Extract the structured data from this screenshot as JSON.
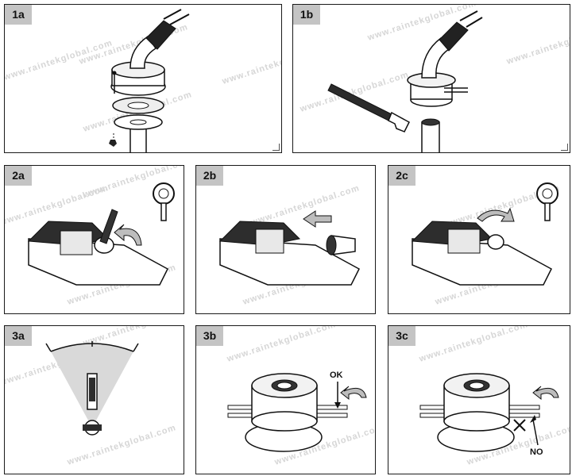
{
  "watermark": "www.raintekglobal.com",
  "panels": {
    "p1a": "1a",
    "p1b": "1b",
    "p2a": "2a",
    "p2b": "2b",
    "p2c": "2c",
    "p3a": "3a",
    "p3b": "3b",
    "p3c": "3c"
  },
  "labels": {
    "ok": "OK",
    "no": "NO"
  },
  "colors": {
    "border": "#1a1a1a",
    "tag_bg": "#c4c4c4",
    "arrow_fill": "#bdbdbd",
    "sector_fill": "#d9d9d9"
  }
}
